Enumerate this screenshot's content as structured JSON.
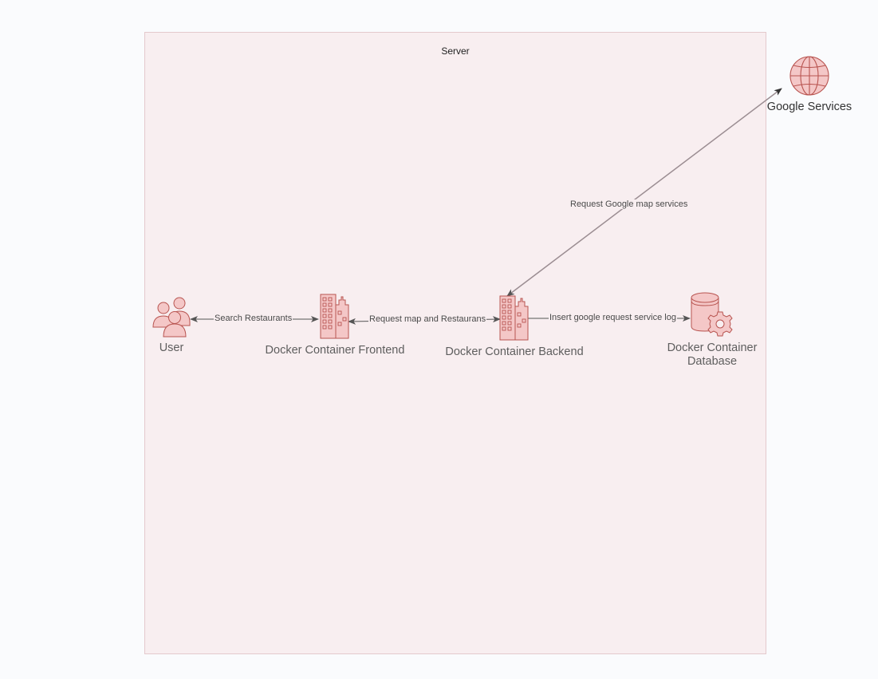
{
  "diagram": {
    "container_title": "Server",
    "nodes": {
      "user": {
        "label": "User",
        "icon": "users-icon"
      },
      "frontend": {
        "label": "Docker Container Frontend",
        "icon": "building-icon"
      },
      "backend": {
        "label": "Docker Container Backend",
        "icon": "building-icon"
      },
      "database": {
        "label_line1": "Docker Container",
        "label_line2": "Database",
        "icon": "database-gear-icon"
      },
      "google": {
        "label": "Google Services",
        "icon": "globe-icon"
      }
    },
    "edges": {
      "user_frontend": "Search Restaurants",
      "frontend_backend": "Request map and Restaurans",
      "backend_database": "Insert google request service log",
      "backend_google": "Request Google map services"
    },
    "colors": {
      "icon_fill": "#f4c7c7",
      "icon_stroke": "#b85450",
      "edge": "#555555",
      "google_edge": "#9b8d92",
      "server_fill": "#f8eef0",
      "server_border": "#e4c9cd"
    }
  }
}
